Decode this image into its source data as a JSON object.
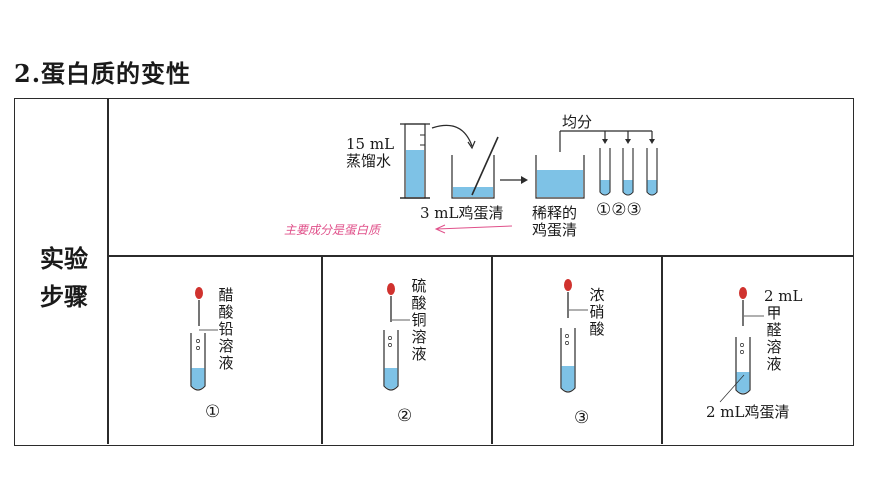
{
  "title": "2.蛋白质的变性",
  "row_header": [
    "实验",
    "步骤"
  ],
  "top_panel": {
    "cylinder_label": [
      "15 mL",
      "蒸馏水"
    ],
    "egg_white_label": "3 mL鸡蛋清",
    "divide_label": "均分",
    "diluted_label": [
      "稀释的",
      "鸡蛋清"
    ],
    "tube_numbers": "①②③",
    "note": "主要成分是蛋白质"
  },
  "steps": [
    {
      "reagent": "醋酸铅溶液",
      "number": "①"
    },
    {
      "reagent": "硫酸铜溶液",
      "number": "②"
    },
    {
      "reagent": "浓硝酸",
      "number": "③"
    },
    {
      "reagent_amount": "2 mL",
      "reagent": "甲醛溶液",
      "sample": "2 mL鸡蛋清"
    }
  ],
  "colors": {
    "liquid": "#7ec2e6",
    "dropper_bulb": "#d0322e",
    "note": "#e0508a",
    "line": "#2b2b2b"
  }
}
